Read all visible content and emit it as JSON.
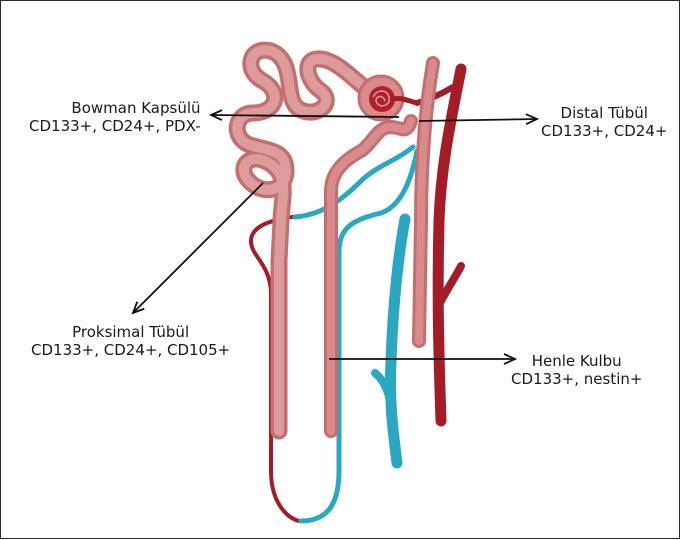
{
  "labels": {
    "bowman": {
      "title": "Bowman Kapsülü",
      "markers": "CD133+, CD24+, PDX-"
    },
    "distal": {
      "title": "Distal Tübül",
      "markers": "CD133+, CD24+"
    },
    "proximal": {
      "title": "Proksimal Tübül",
      "markers": "CD133+, CD24+, CD105+"
    },
    "henle": {
      "title": "Henle Kulbu",
      "markers": "CD133+, nestin+"
    }
  },
  "colors": {
    "tubule_pink": "#d98a8a",
    "tubule_pink_dark": "#c46f6f",
    "artery_red": "#a41c26",
    "vein_cyan": "#2aa7c2",
    "arrow": "#111111"
  }
}
